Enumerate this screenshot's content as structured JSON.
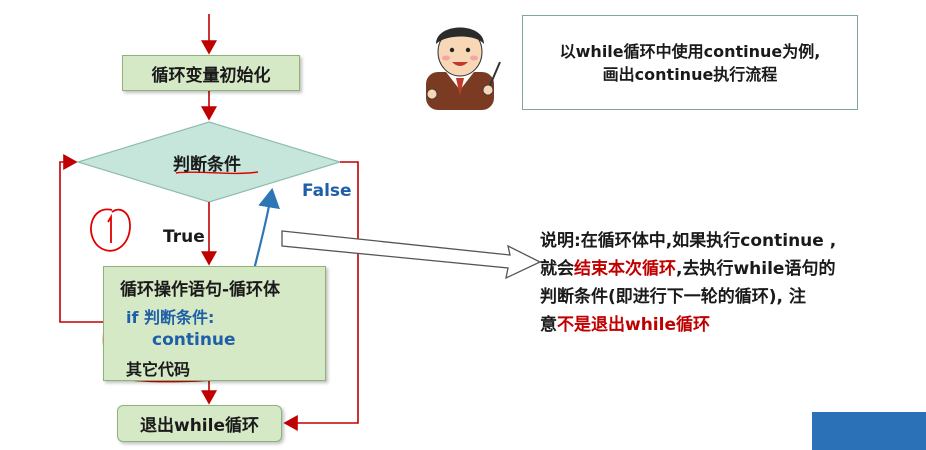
{
  "flow": {
    "init": "循环变量初始化",
    "condition": "判断条件",
    "true_label": "True",
    "false_label": "False",
    "body_title": "循环操作语句-循环体",
    "if_line": "if 判断条件:",
    "continue_line": "continue",
    "other_line": "其它代码",
    "exit": "退出while循环"
  },
  "note": {
    "line1": "以while循环中使用continue为例,",
    "line2": "画出continue执行流程"
  },
  "description": {
    "p1": "说明:在循环体中,如果执行continue ,",
    "p2a": "就会",
    "p2_red": "结束本次循环",
    "p2b": ",去执行while语句的",
    "p3": "判断条件(即进行下一轮的循环), 注",
    "p4a": "意",
    "p4_red": "不是退出while循环"
  },
  "colors": {
    "box_fill": "#d6e9c6",
    "flow_arrow": "#c00000",
    "continue_arrow": "#2e75b6",
    "highlight_red": "#c00000"
  }
}
